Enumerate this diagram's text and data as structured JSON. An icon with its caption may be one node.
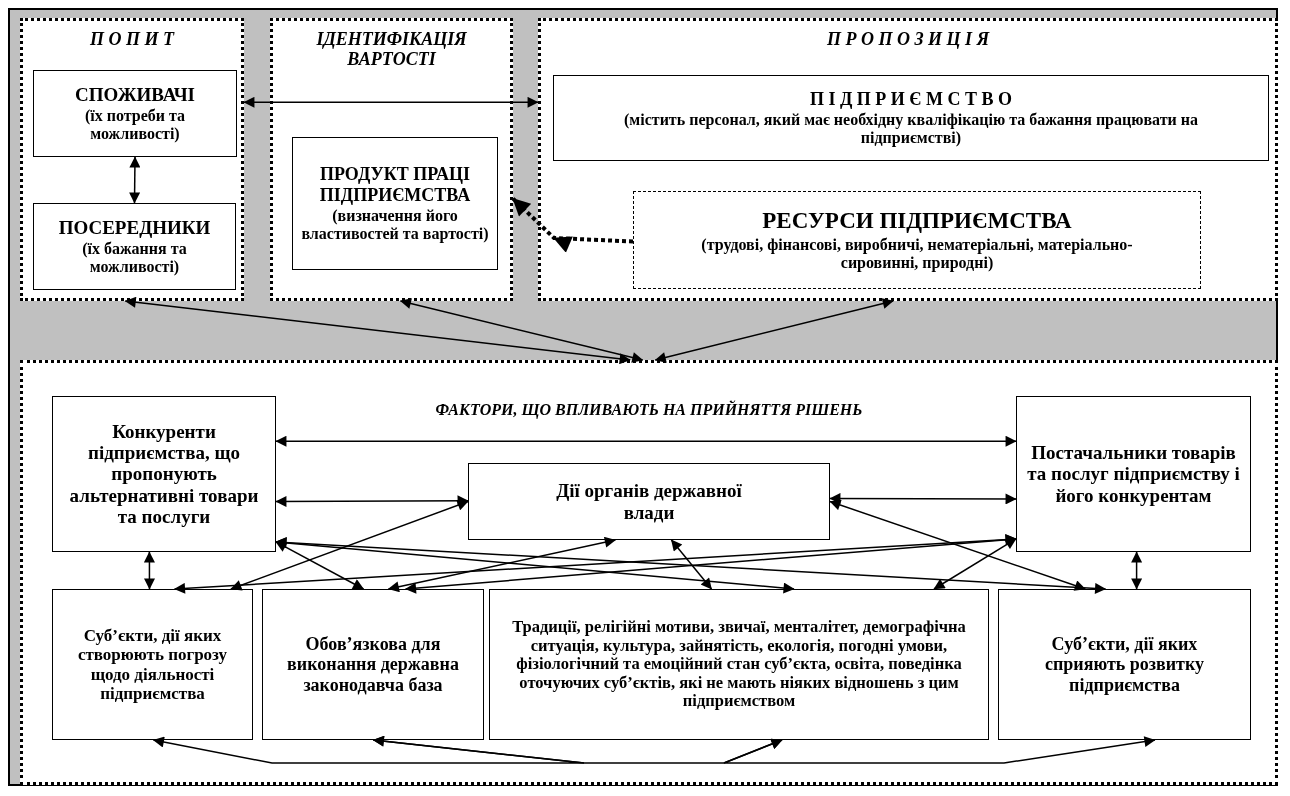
{
  "diagram": {
    "nodes": [
      {
        "text": [
          "П О П И Т"
        ]
      },
      {
        "text": [
          "СПОЖИВАЧІ",
          "(їх потреби та можливості)"
        ],
        "in": 0
      },
      {
        "text": [
          "ПОСЕРЕДНИКИ",
          "(їх бажання та можливості)"
        ],
        "in": 0
      },
      {
        "text": [
          "ІДЕНТИФІКАЦІЯ ВАРТОСТІ"
        ]
      },
      {
        "text": [
          "ПРОДУКТ ПРАЦІ ПІДПРИЄМСТВА",
          "(визначення його властивостей та вартості)"
        ],
        "in": 3
      },
      {
        "text": [
          "П Р О П О З И Ц І Я"
        ]
      },
      {
        "text": [
          "П І Д П Р И Є М С Т В О",
          "(містить персонал, який має необхідну кваліфікацію та бажання працювати на підприємстві)"
        ],
        "in": 5
      },
      {
        "text": [
          "РЕСУРСИ ПІДПРИЄМСТВА",
          "(трудові, фінансові, виробничі, нематеріальні, матеріально-сировинні, природні)"
        ],
        "in": 5
      },
      {
        "text": [
          "ФАКТОРИ, ЩО ВПЛИВАЮТЬ НА ПРИЙНЯТТЯ РІШЕНЬ"
        ]
      },
      {
        "text": [
          "Конкуренти підприємства,  що пропонують альтернативні товари та послуги"
        ],
        "in": 8
      },
      {
        "text": [
          "Дії органів державної влади"
        ],
        "in": 8
      },
      {
        "text": [
          "Постачальники товарів та послуг підприємству і його конкурентам"
        ],
        "in": 8
      },
      {
        "text": [
          "Суб’єкти, дії яких створюють погрозу щодо діяльності підприємства"
        ],
        "in": 8
      },
      {
        "text": [
          "Обов’язкова для виконання державна законодавча база"
        ],
        "in": 8
      },
      {
        "text": [
          "Традиції, релігійні мотиви, звичаї, менталітет, демографічна ситуація, культура, зайнятість, екологія, погодні умови, фізіологічний та емоційний стан суб’єкта, освіта, поведінка оточуючих суб’єктів, які не мають ніяких відношень з цим підприємством"
        ],
        "in": 8
      },
      {
        "text": [
          "Суб’єкти, дії яких сприяють розвитку підприємства"
        ],
        "in": 8
      }
    ],
    "edges": [
      {
        "from": 1,
        "to": 2,
        "arrow": "both"
      },
      {
        "from": 0,
        "to": 5,
        "arrow": "both"
      },
      {
        "from": 7,
        "to": 3,
        "arrow": "to",
        "style": "dashed"
      },
      {
        "from": 8,
        "to": 0,
        "arrow": "both"
      },
      {
        "from": 8,
        "to": 3,
        "arrow": "both"
      },
      {
        "from": 8,
        "to": 5,
        "arrow": "both"
      },
      {
        "from": 9,
        "to": 11,
        "arrow": "both"
      },
      {
        "from": 9,
        "to": 10,
        "arrow": "both"
      },
      {
        "from": 10,
        "to": 11,
        "arrow": "both"
      },
      {
        "from": 9,
        "to": 12,
        "arrow": "both"
      },
      {
        "from": 11,
        "to": 15,
        "arrow": "both"
      },
      {
        "from": 10,
        "to": 12,
        "arrow": "both"
      },
      {
        "from": 9,
        "to": 13,
        "arrow": "both"
      },
      {
        "from": 9,
        "to": 14,
        "arrow": "both"
      },
      {
        "from": 9,
        "to": 15,
        "arrow": "both"
      },
      {
        "from": 10,
        "to": 13,
        "arrow": "both"
      },
      {
        "from": 10,
        "to": 14,
        "arrow": "both"
      },
      {
        "from": 10,
        "to": 15,
        "arrow": "both"
      },
      {
        "from": 12,
        "to": 11,
        "arrow": "both"
      },
      {
        "from": 13,
        "to": 11,
        "arrow": "both"
      },
      {
        "from": 14,
        "to": 11,
        "arrow": "both"
      },
      {
        "from": 12,
        "to": 13,
        "arrow": "both"
      },
      {
        "from": 13,
        "to": 14,
        "arrow": "both"
      },
      {
        "from": 14,
        "to": 15,
        "arrow": "both"
      }
    ]
  }
}
